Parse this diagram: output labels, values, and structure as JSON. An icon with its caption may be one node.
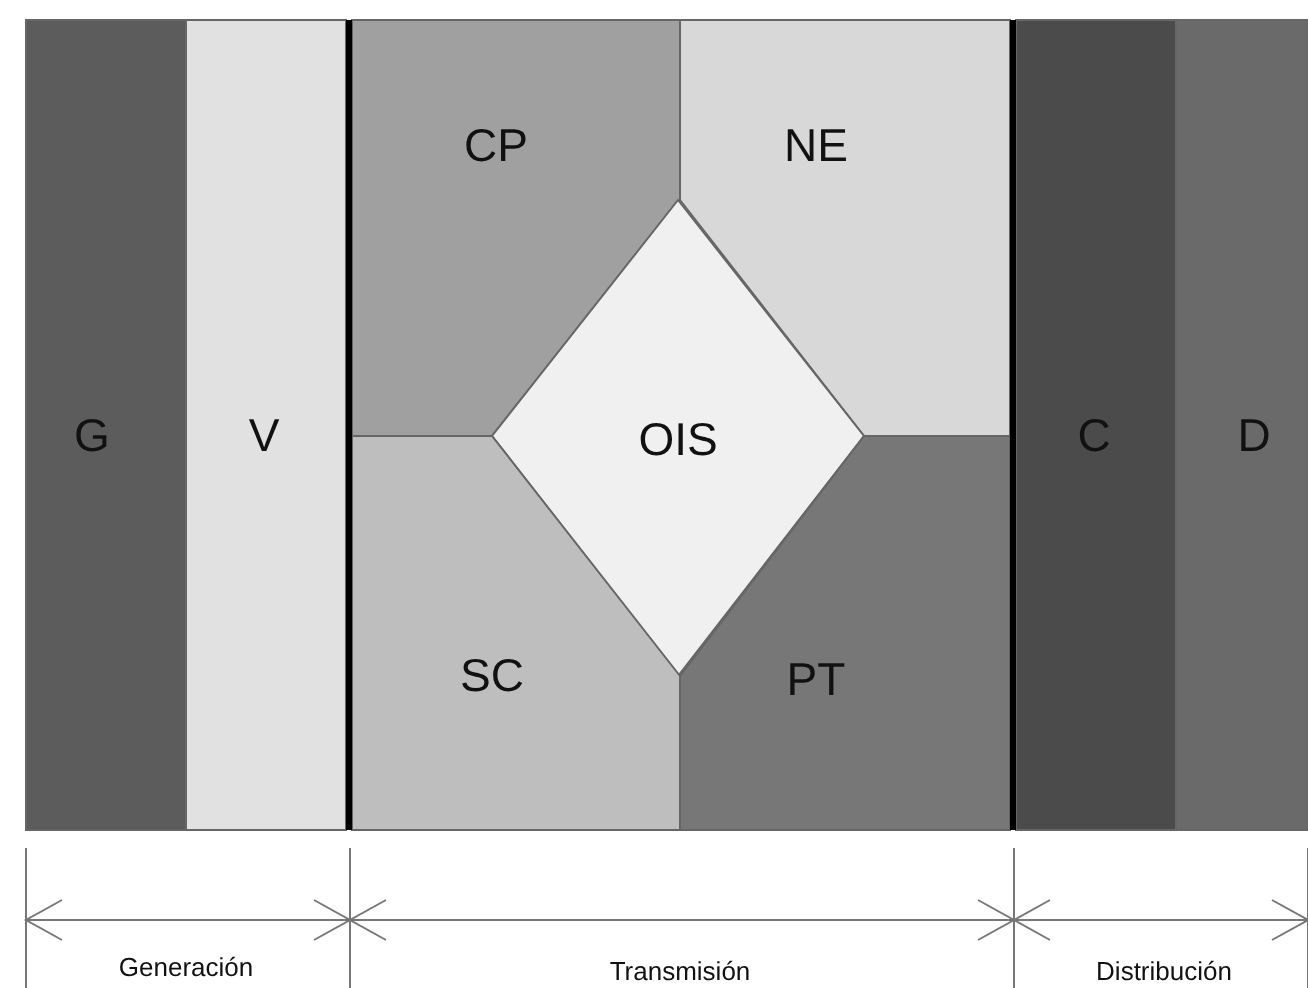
{
  "diagram": {
    "nodes": [
      {
        "text": [
          "G"
        ]
      },
      {
        "text": [
          "V"
        ]
      },
      {
        "text": [
          "CP"
        ]
      },
      {
        "text": [
          "NE"
        ]
      },
      {
        "text": [
          "OIS"
        ]
      },
      {
        "text": [
          "SC"
        ]
      },
      {
        "text": [
          "PT"
        ]
      },
      {
        "text": [
          "C"
        ]
      },
      {
        "text": [
          "D"
        ]
      }
    ],
    "edges": [],
    "labels": [
      "Generación",
      "Transmisión",
      "Distribución"
    ]
  }
}
